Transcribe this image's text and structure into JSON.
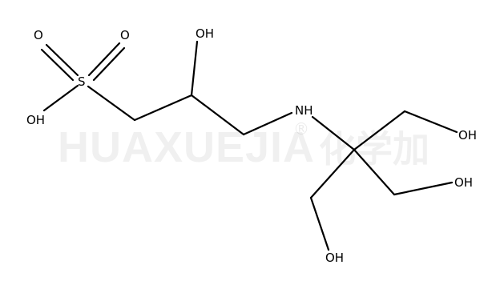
{
  "watermark": {
    "latin": "HUAXUEJIA",
    "registered": "®",
    "cjk": "化学加"
  },
  "atoms": {
    "o_top_left": "O",
    "o_top_right": "O",
    "s": "S",
    "oh_left": "OH",
    "oh_top": "OH",
    "nh": "NH",
    "oh_right_upper": "OH",
    "oh_right_lower": "OH",
    "oh_bottom": "OH"
  },
  "colors": {
    "bond": "#000000",
    "label": "#000000",
    "background": "#ffffff"
  }
}
